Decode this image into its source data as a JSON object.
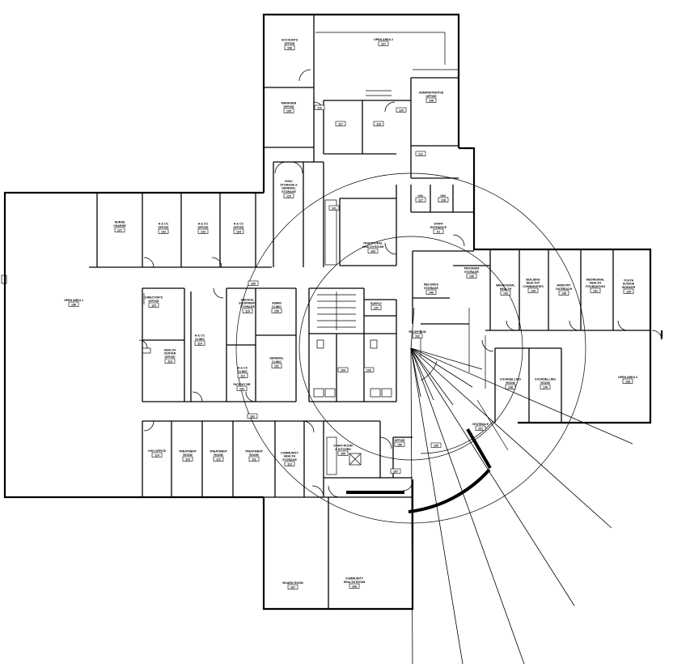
{
  "rooms": [
    {
      "id": "r-accounts",
      "name": "ACCOUNTS OFFICE",
      "num": "106"
    },
    {
      "id": "r-open2",
      "name": "OPEN AREA 2",
      "num": "107"
    },
    {
      "id": "r-manager",
      "name": "MANAGER OFFICE",
      "num": "105"
    },
    {
      "id": "r-admin",
      "name": "ADMINISTRATIVE OFFICE",
      "num": "108"
    },
    {
      "id": "r-rm116",
      "name": "",
      "num": "116"
    },
    {
      "id": "r-rm117",
      "name": "",
      "num": "117"
    },
    {
      "id": "r-rm118",
      "name": "",
      "num": "118"
    },
    {
      "id": "r-hallmid",
      "name": "",
      "num": "120"
    },
    {
      "id": "r-stair",
      "name": "",
      "num": "121"
    },
    {
      "id": "r-hvac",
      "name": "HVAC STORAGE & GENERAL STORAGE",
      "num": "123"
    },
    {
      "id": "r-mech",
      "name": "",
      "num": "101"
    },
    {
      "id": "r-traditional",
      "name": "TRADITIONAL HEALTH ROOM",
      "num": "163"
    },
    {
      "id": "r-staffentry",
      "name": "STAFF ENTRANCE",
      "num": "S1"
    },
    {
      "id": "r-uni1",
      "name": "UNI.",
      "num": "127"
    },
    {
      "id": "r-uni2",
      "name": "UNI.",
      "num": "128"
    },
    {
      "id": "r-nurse",
      "name": "NURSE CHARGE",
      "num": "127"
    },
    {
      "id": "r-ihsoff1",
      "name": "H & CC OFFICE",
      "num": "132"
    },
    {
      "id": "r-ihsoff2",
      "name": "H & CC OFFICE",
      "num": "133"
    },
    {
      "id": "r-ihsoff3",
      "name": "H & CC OFFICE",
      "num": "134"
    },
    {
      "id": "r-open1",
      "name": "OPEN AREA 1",
      "num": "158"
    },
    {
      "id": "r-director",
      "name": "DIRECTOR'S OFFICE",
      "num": "115"
    },
    {
      "id": "r-hcclinic",
      "name": "H & CC CLINIC",
      "num": "114"
    },
    {
      "id": "r-hcclinic2",
      "name": "H & CC CLINIC",
      "num": "112"
    },
    {
      "id": "r-medoff",
      "name": "HEALTH CENTER OFFICE",
      "num": "113"
    },
    {
      "id": "r-medical",
      "name": "MEDICAL EQUIPMENT STORAGE",
      "num": "119"
    },
    {
      "id": "r-admin2",
      "name": "ADMIN CLINIC",
      "num": "150"
    },
    {
      "id": "r-general",
      "name": "GENERAL CLINIC",
      "num": "151"
    },
    {
      "id": "r-patient",
      "name": "PATIENT RR",
      "num": "152"
    },
    {
      "id": "r-supply",
      "name": "SUPPLY",
      "num": "147"
    },
    {
      "id": "r-rr1",
      "name": "",
      "num": "104"
    },
    {
      "id": "r-rr2",
      "name": "",
      "num": "103"
    },
    {
      "id": "r-records",
      "name": "RECORDS STORAGE",
      "num": "146"
    },
    {
      "id": "r-program",
      "name": "PROGRAM STORAGE",
      "num": "140"
    },
    {
      "id": "r-behavioral",
      "name": "BEHAVIORAL HEALTH",
      "num": "143"
    },
    {
      "id": "r-building",
      "name": "BUILDING HEALTHY COMMUNITIES",
      "num": "144"
    },
    {
      "id": "r-ministry",
      "name": "MINISTRY OUTREACH",
      "num": "145"
    },
    {
      "id": "r-aboriginal",
      "name": "ABORIGINAL HEALTH FOUNDATION",
      "num": "141"
    },
    {
      "id": "r-youth",
      "name": "YOUTH SUICIDE WORKER",
      "num": "139"
    },
    {
      "id": "r-reception",
      "name": "RECEPTION",
      "num": "102"
    },
    {
      "id": "r-counsel1",
      "name": "COUNSELLING ROOM",
      "num": "148"
    },
    {
      "id": "r-counsel2",
      "name": "COUNSELLING ROOM",
      "num": "149"
    },
    {
      "id": "r-open3",
      "name": "OPEN AREA 3",
      "num": "138"
    },
    {
      "id": "r-waiting",
      "name": "",
      "num": "100"
    },
    {
      "id": "r-vestibule",
      "name": "VESTIBULE",
      "num": "101"
    },
    {
      "id": "r-cho",
      "name": "CHO OFFICE",
      "num": "114"
    },
    {
      "id": "r-treat1",
      "name": "TREATMENT ROOM",
      "num": "110"
    },
    {
      "id": "r-treat2",
      "name": "TREATMENT ROOM",
      "num": "112"
    },
    {
      "id": "r-treat3",
      "name": "TREATMENT ROOM",
      "num": "111"
    },
    {
      "id": "r-community",
      "name": "COMMUNITY HEALTH STORAGE",
      "num": "113"
    },
    {
      "id": "r-kitchen",
      "name": "STAFF ROOM & KITCHEN",
      "num": "155"
    },
    {
      "id": "r-office156",
      "name": "OFFICE",
      "num": "156"
    },
    {
      "id": "r-rm157",
      "name": "",
      "num": "157"
    },
    {
      "id": "r-board",
      "name": "BOARD ROOM",
      "num": "167"
    },
    {
      "id": "r-communityhall",
      "name": "COMMUNITY HEALTH ROOM",
      "num": "166"
    },
    {
      "id": "r-corr1",
      "name": "",
      "num": "160"
    },
    {
      "id": "r-corr2",
      "name": "",
      "num": "162"
    }
  ]
}
